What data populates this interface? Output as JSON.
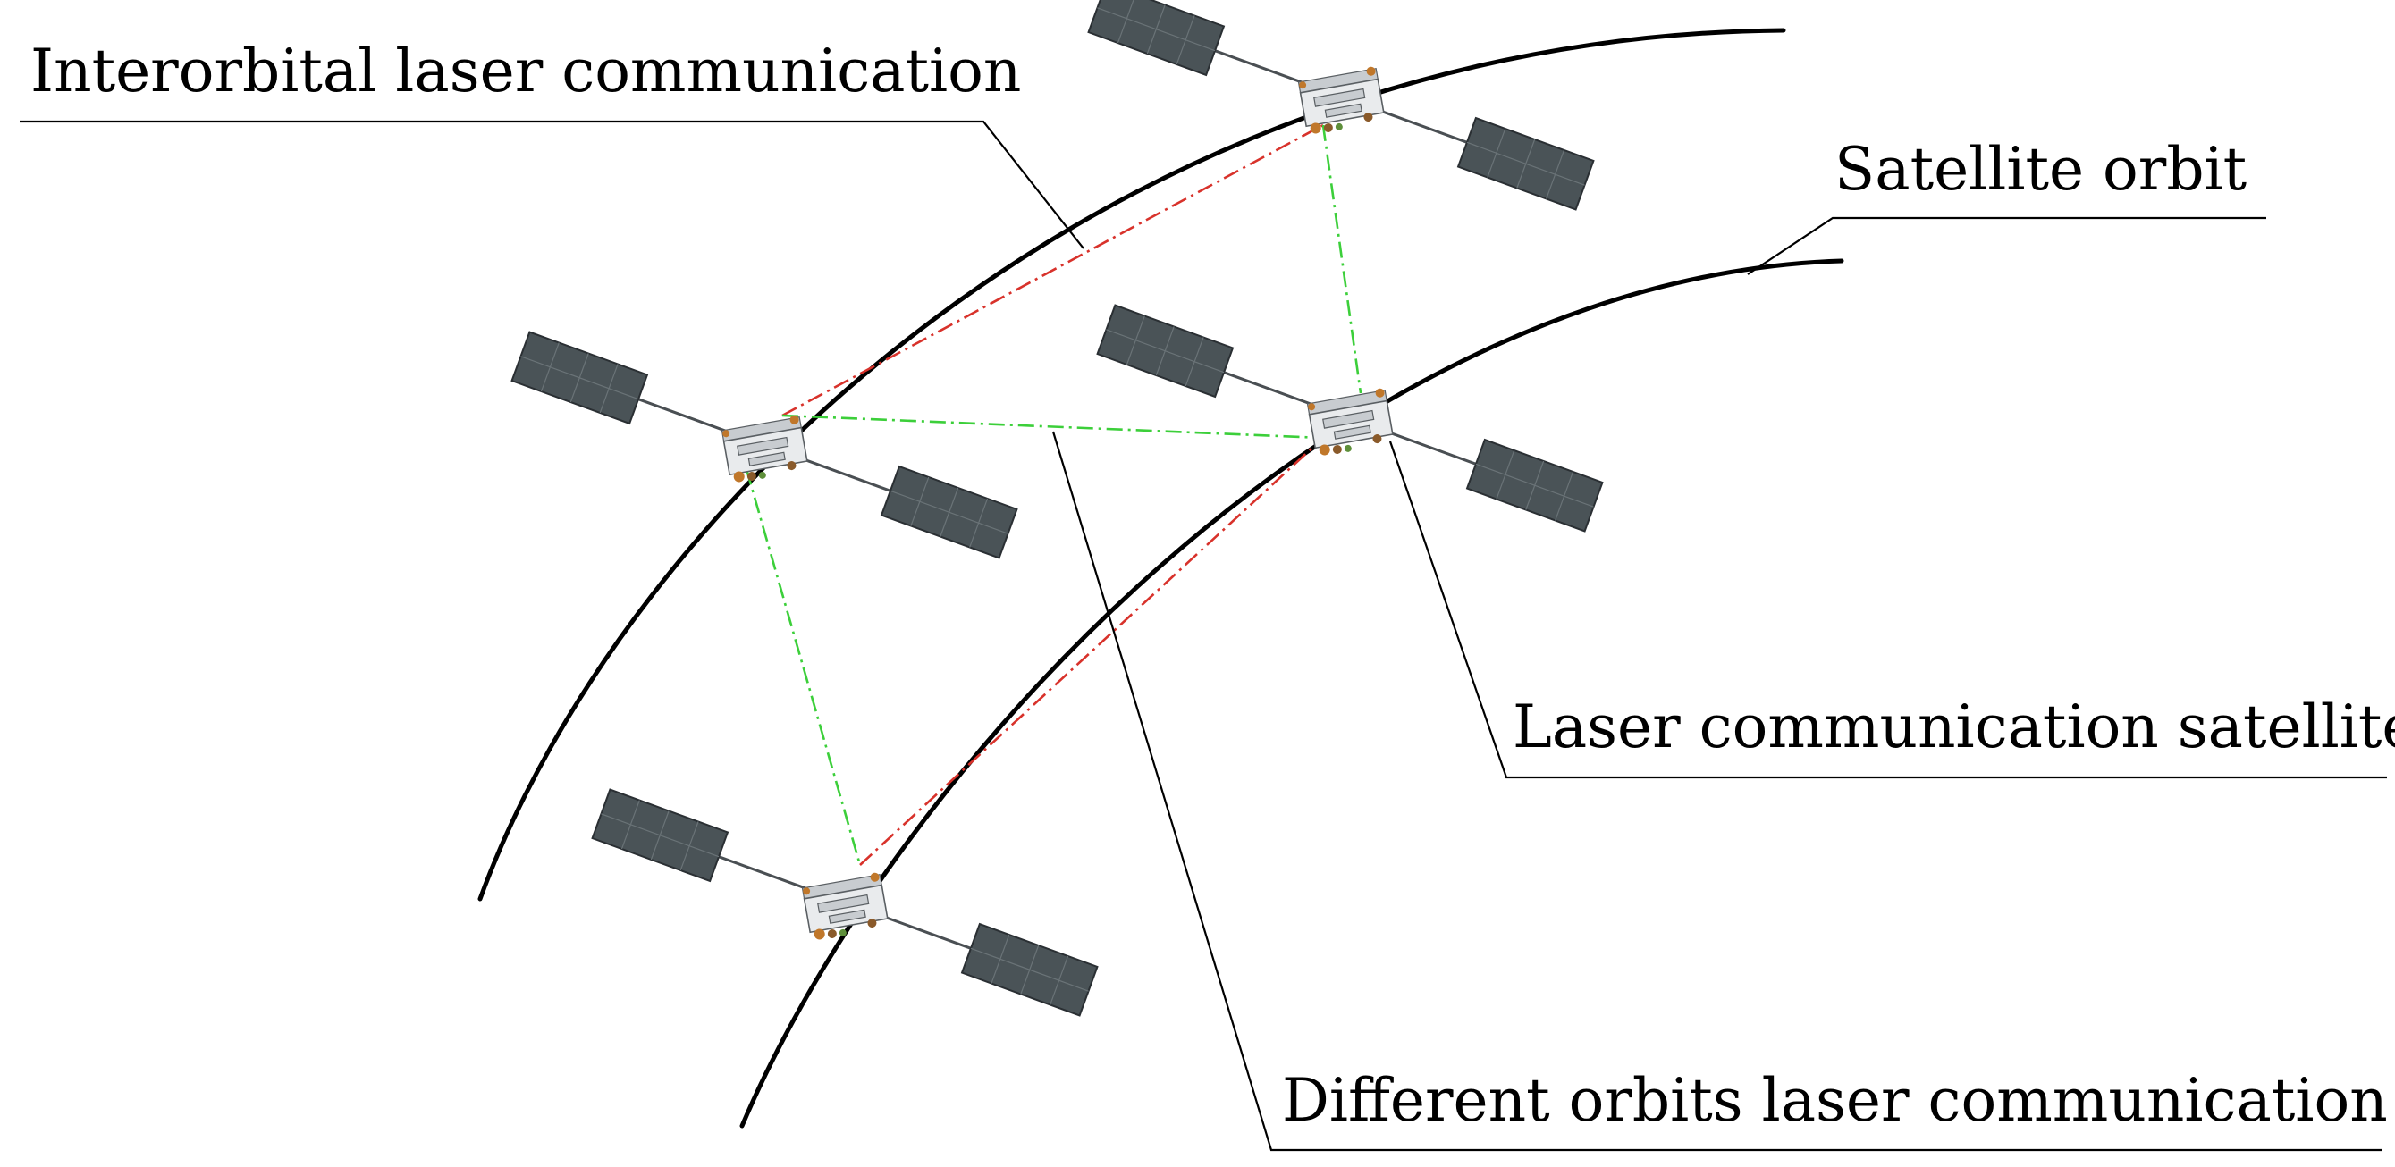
{
  "labels": {
    "interorbital": "Interorbital laser communication",
    "orbit": "Satellite orbit",
    "satellite": "Laser communication satellite",
    "different": "Different orbits laser communication"
  },
  "colors": {
    "orbit_line": "#000000",
    "interorbital_link": "#d8322b",
    "different_orbit_link": "#3ccf3a",
    "solar_panel": "#4a5357"
  },
  "satellites": [
    {
      "id": "sat-top-outer",
      "orbit": "outer"
    },
    {
      "id": "sat-mid-outer",
      "orbit": "outer"
    },
    {
      "id": "sat-mid-inner",
      "orbit": "inner"
    },
    {
      "id": "sat-bottom-inner",
      "orbit": "inner"
    }
  ]
}
